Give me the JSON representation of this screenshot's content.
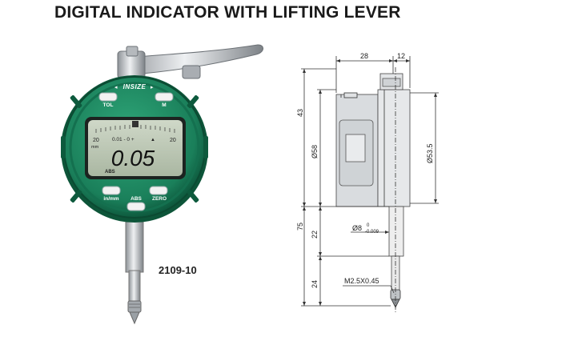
{
  "page": {
    "title": "DIGITAL INDICATOR WITH LIFTING LEVER",
    "model_number": "2109-10"
  },
  "indicator": {
    "brand": "INSIZE",
    "top_buttons": [
      "TOL",
      "M"
    ],
    "bottom_buttons": [
      "in/mm",
      "ABS",
      "ZERO"
    ],
    "display": {
      "reading": "0.05",
      "mode": "ABS",
      "scale_left": "20",
      "scale_unit": "mm",
      "scale_right": "20",
      "scale_center": "0.01 - 0 +"
    },
    "colors": {
      "body": "#1e8a63",
      "body_dark": "#0f5c3f",
      "lcd": "#bcc8b4",
      "steel": "#c4c8cc"
    }
  },
  "dimensions": {
    "top_width": "28",
    "top_extra": "12",
    "height_upper": "43",
    "diameter_body": "Ø58",
    "diameter_face": "Ø53.5",
    "length_lower": "75",
    "stem_length": "22",
    "stem_diameter": "Ø8",
    "stem_tol_upper": "0",
    "stem_tol_lower": "-0.009",
    "tip_length": "24",
    "thread": "M2.5X0.45"
  }
}
